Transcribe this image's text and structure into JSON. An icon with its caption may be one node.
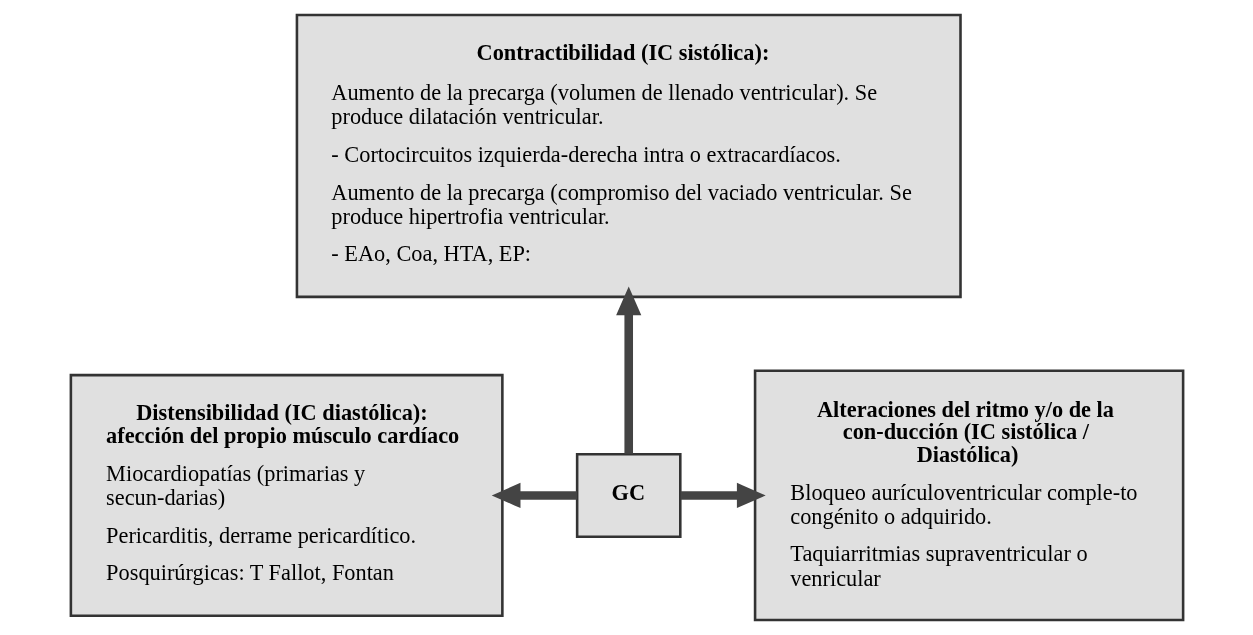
{
  "diagram": {
    "nodes": [
      {
        "text": [
          "Contractibilidad (IC sistólica):",
          "Aumento de la precarga (volumen de llenado ventricular). Se produce dilatación ventricular.",
          "- Cortocircuitos izquierda-derecha intra o extracardíacos.",
          "Aumento de la precarga (compromiso del vaciado ventricular. Se produce hipertrofia ventricular.",
          "- EAo, Coa, HTA, EP:"
        ]
      },
      {
        "text": [
          "Distensibilidad (IC diastólica): afección del propio músculo cardíaco",
          "Miocardiopatías (primarias y secun-darias)",
          "Pericarditis, derrame pericardítico.",
          "Posquirúrgicas: T Fallot, Fontan"
        ]
      },
      {
        "text": [
          "GC"
        ]
      },
      {
        "text": [
          "Alteraciones del ritmo y/o de la con-ducción (IC sistólica / Diastólica)",
          "Bloqueo aurículoventricular comple-to congénito o adquirido.",
          "Taquiarritmias supraventricular o venricular"
        ]
      }
    ],
    "edges": [
      {
        "from": 2,
        "to": 0,
        "arrow": "to"
      },
      {
        "from": 2,
        "to": 1,
        "arrow": "to"
      },
      {
        "from": 2,
        "to": 3,
        "arrow": "to"
      }
    ]
  }
}
